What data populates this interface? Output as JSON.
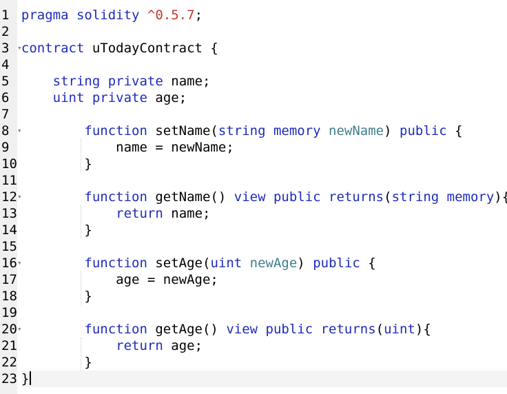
{
  "editor": {
    "line_numbers": [
      "1",
      "2",
      "3",
      "4",
      "5",
      "6",
      "7",
      "8",
      "9",
      "10",
      "11",
      "12",
      "13",
      "14",
      "15",
      "16",
      "17",
      "18",
      "19",
      "20",
      "21",
      "22",
      "23"
    ],
    "fold_markers": [
      "3",
      "8",
      "12",
      "16",
      "20"
    ],
    "fold_glyph": "▾",
    "lines": [
      [
        {
          "t": "kw",
          "v": "pragma solidity "
        },
        {
          "t": "ver",
          "v": "^0.5.7"
        },
        {
          "t": "plain",
          "v": ";"
        }
      ],
      [],
      [
        {
          "t": "kw",
          "v": "contract"
        },
        {
          "t": "plain",
          "v": " uTodayContract {"
        }
      ],
      [],
      [
        {
          "t": "plain",
          "v": "    "
        },
        {
          "t": "kw",
          "v": "string private"
        },
        {
          "t": "plain",
          "v": " name;"
        }
      ],
      [
        {
          "t": "plain",
          "v": "    "
        },
        {
          "t": "kw",
          "v": "uint private"
        },
        {
          "t": "plain",
          "v": " age;"
        }
      ],
      [],
      [
        {
          "t": "plain",
          "v": "        "
        },
        {
          "t": "kw",
          "v": "function"
        },
        {
          "t": "plain",
          "v": " setName("
        },
        {
          "t": "kw",
          "v": "string memory"
        },
        {
          "t": "plain",
          "v": " "
        },
        {
          "t": "param",
          "v": "newName"
        },
        {
          "t": "plain",
          "v": ") "
        },
        {
          "t": "kw",
          "v": "public"
        },
        {
          "t": "plain",
          "v": " {"
        }
      ],
      [
        {
          "t": "plain",
          "v": "            name = newName;"
        }
      ],
      [
        {
          "t": "plain",
          "v": "        }"
        }
      ],
      [],
      [
        {
          "t": "plain",
          "v": "        "
        },
        {
          "t": "kw",
          "v": "function"
        },
        {
          "t": "plain",
          "v": " getName() "
        },
        {
          "t": "kw",
          "v": "view public returns"
        },
        {
          "t": "plain",
          "v": "("
        },
        {
          "t": "kw",
          "v": "string memory"
        },
        {
          "t": "plain",
          "v": "){"
        }
      ],
      [
        {
          "t": "plain",
          "v": "            "
        },
        {
          "t": "kw",
          "v": "return"
        },
        {
          "t": "plain",
          "v": " name;"
        }
      ],
      [
        {
          "t": "plain",
          "v": "        }"
        }
      ],
      [],
      [
        {
          "t": "plain",
          "v": "        "
        },
        {
          "t": "kw",
          "v": "function"
        },
        {
          "t": "plain",
          "v": " setAge("
        },
        {
          "t": "kw",
          "v": "uint"
        },
        {
          "t": "plain",
          "v": " "
        },
        {
          "t": "param",
          "v": "newAge"
        },
        {
          "t": "plain",
          "v": ") "
        },
        {
          "t": "kw",
          "v": "public"
        },
        {
          "t": "plain",
          "v": " {"
        }
      ],
      [
        {
          "t": "plain",
          "v": "            age = newAge;"
        }
      ],
      [
        {
          "t": "plain",
          "v": "        }"
        }
      ],
      [],
      [
        {
          "t": "plain",
          "v": "        "
        },
        {
          "t": "kw",
          "v": "function"
        },
        {
          "t": "plain",
          "v": " getAge() "
        },
        {
          "t": "kw",
          "v": "view public returns"
        },
        {
          "t": "plain",
          "v": "("
        },
        {
          "t": "kw",
          "v": "uint"
        },
        {
          "t": "plain",
          "v": "){"
        }
      ],
      [
        {
          "t": "plain",
          "v": "            "
        },
        {
          "t": "kw",
          "v": "return"
        },
        {
          "t": "plain",
          "v": " age;"
        }
      ],
      [
        {
          "t": "plain",
          "v": "        }"
        }
      ],
      [
        {
          "t": "plain",
          "v": "}"
        }
      ]
    ],
    "active_line": 23,
    "colors": {
      "keyword": "#1d2bb8",
      "version": "#c2372b",
      "param": "#3f7f8a",
      "gutter_bg": "#f0f0f0"
    }
  }
}
